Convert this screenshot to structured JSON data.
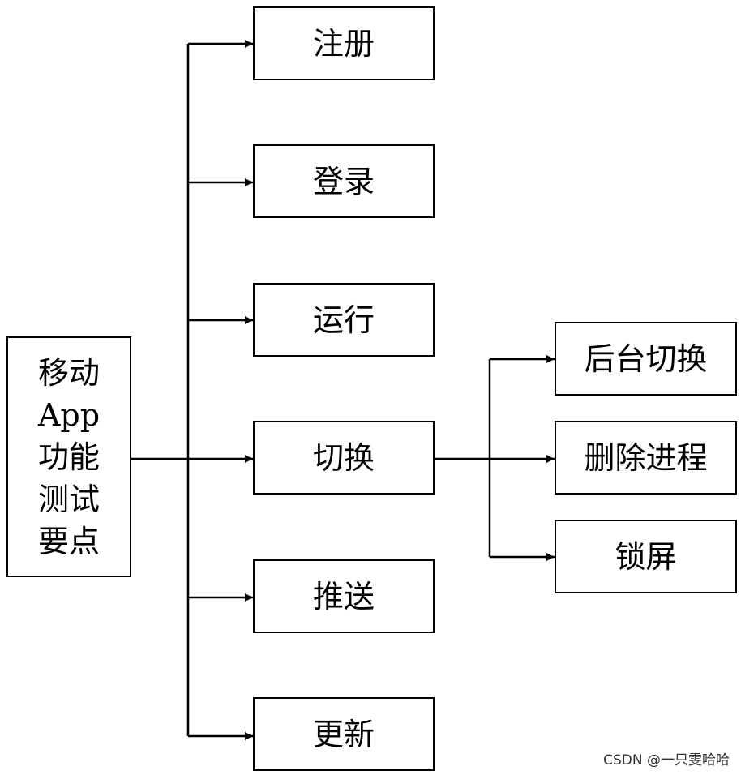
{
  "root": {
    "lines": [
      "移动",
      "App",
      "功能",
      "测试",
      "要点"
    ]
  },
  "level1": [
    {
      "label": "注册"
    },
    {
      "label": "登录"
    },
    {
      "label": "运行"
    },
    {
      "label": "切换"
    },
    {
      "label": "推送"
    },
    {
      "label": "更新"
    }
  ],
  "level2": [
    {
      "label": "后台切换"
    },
    {
      "label": "删除进程"
    },
    {
      "label": "锁屏"
    }
  ],
  "watermark": "CSDN @一只雯哈哈"
}
